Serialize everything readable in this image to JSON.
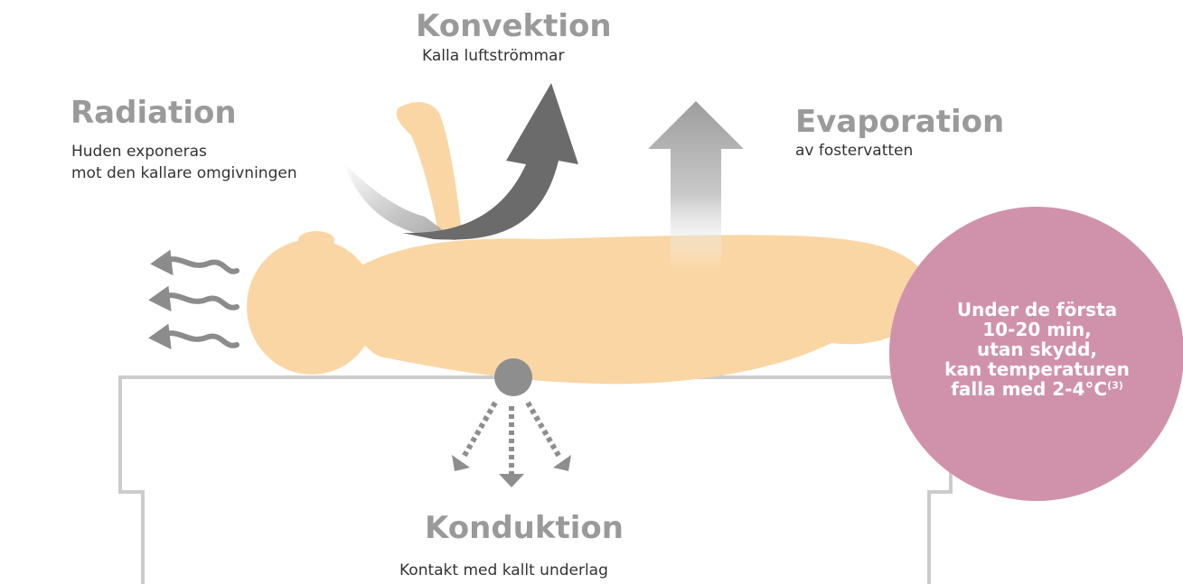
{
  "convection": {
    "title": "Konvektion",
    "subtitle": "Kalla luftströmmar"
  },
  "radiation": {
    "title": "Radiation",
    "line1": "Huden exponeras",
    "line2": "mot den kallare omgivningen"
  },
  "evaporation": {
    "title": "Evaporation",
    "subtitle": "av fostervatten"
  },
  "conduction": {
    "title": "Konduktion",
    "subtitle": "Kontakt med kallt underlag"
  },
  "info_circle": {
    "lines": [
      "Under de första",
      "10-20 min,",
      "utan skydd,",
      "kan temperaturen",
      "falla med 2-4°C"
    ],
    "footnote": "(3)"
  },
  "colors": {
    "baby": "#fad6a5",
    "heading": "#9a9a9a",
    "circle": "#d092ab",
    "table": "#cccccc",
    "arrow_dark": "#6b6b6b"
  },
  "icons": [
    "heat-wave-icon",
    "convection-arrow-icon",
    "radiation-arc-icon",
    "evaporation-arrow-icon",
    "conduction-arrows-icon",
    "baby-illustration"
  ]
}
